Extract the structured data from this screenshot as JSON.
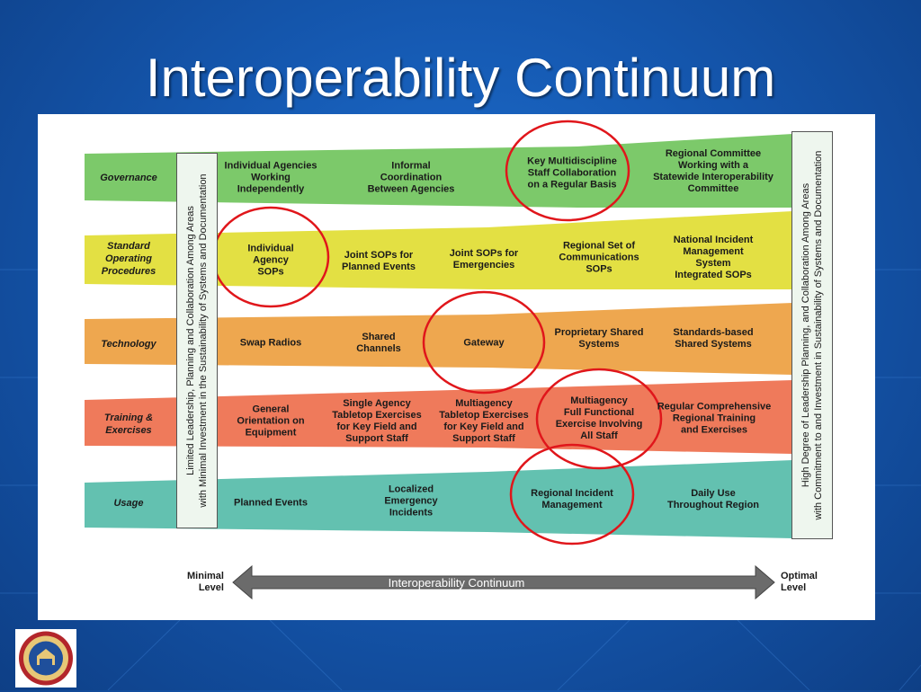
{
  "slide": {
    "title": "Interoperability Continuum"
  },
  "diagram": {
    "rows": [
      {
        "label": "Governance",
        "color": "#7cc96a",
        "cells": [
          "Individual Agencies\nWorking\nIndependently",
          "Informal\nCoordination\nBetween Agencies",
          "",
          "Key Multidiscipline\nStaff Collaboration\non a Regular Basis",
          "Regional Committee\nWorking with a\nStatewide Interoperability\nCommittee"
        ]
      },
      {
        "label": "Standard\nOperating\nProcedures",
        "color": "#e3e043",
        "cells": [
          "Individual\nAgency\nSOPs",
          "Joint SOPs for\nPlanned Events",
          "Joint SOPs for\nEmergencies",
          "Regional Set of\nCommunications\nSOPs",
          "National Incident\nManagement\nSystem\nIntegrated SOPs"
        ]
      },
      {
        "label": "Technology",
        "color": "#eea74f",
        "cells": [
          "Swap Radios",
          "Shared\nChannels",
          "Gateway",
          "Proprietary Shared\nSystems",
          "Standards-based\nShared Systems"
        ]
      },
      {
        "label": "Training &\nExercises",
        "color": "#ef7a5b",
        "cells": [
          "General\nOrientation on\nEquipment",
          "Single Agency\nTabletop Exercises\nfor Key Field and\nSupport Staff",
          "Multiagency\nTabletop Exercises\nfor Key Field and\nSupport Staff",
          "Multiagency\nFull Functional\nExercise Involving\nAll Staff",
          "Regular Comprehensive\nRegional Training\nand Exercises"
        ]
      },
      {
        "label": "Usage",
        "color": "#63c1b0",
        "cells": [
          "Planned Events",
          "Localized\nEmergency\nIncidents",
          "",
          "Regional Incident\nManagement",
          "Daily Use\nThroughout Region"
        ]
      }
    ],
    "left_bar_text": "Limited Leadership, Planning and Collaboration Among Areas\nwith Minimal Investment in the Sustainability of Systems and Documentation",
    "right_bar_text": "High Degree of Leadership Planning, and Collaboration Among Areas\nwith Commitment to and Investment in Sustainability of Systems and Documentation",
    "axis": {
      "label": "Interoperability Continuum",
      "min_label": "Minimal\nLevel",
      "max_label": "Optimal\nLevel",
      "color": "#6b6b6b"
    },
    "highlight_color": "#e0161b",
    "highlighted_cells": [
      "Key Multidiscipline Staff Collaboration on a Regular Basis",
      "Individual Agency SOPs",
      "Gateway",
      "Multiagency Full Functional Exercise Involving All Staff",
      "Regional Incident Management"
    ]
  },
  "logo": {
    "name": "state-seal-logo"
  }
}
